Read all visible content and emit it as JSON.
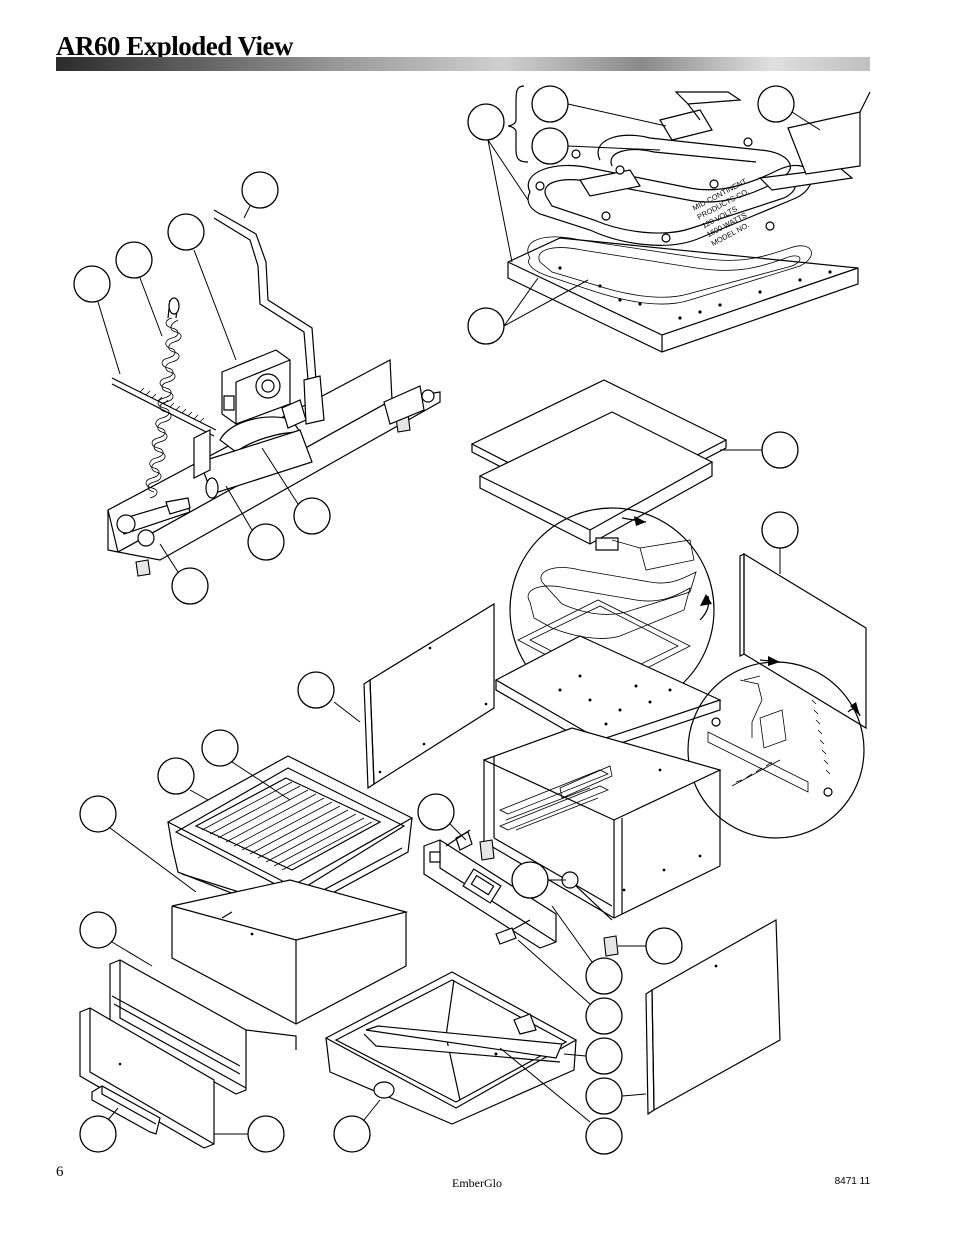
{
  "header": {
    "title": "AR60 Exploded View"
  },
  "footer": {
    "page_number": "6",
    "brand": "EmberGlo",
    "doc_code": "8471 11"
  },
  "element_plate": {
    "line1": "MID-CONTINENT",
    "line2": "PRODUCTS CO.",
    "line3": "120 VOLTS",
    "line4": "1600 WATTS",
    "line5": "MODEL NO."
  }
}
